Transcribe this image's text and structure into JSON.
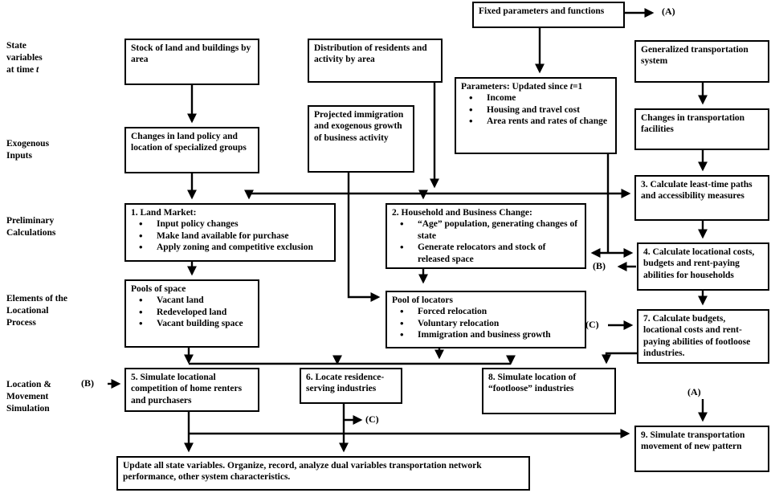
{
  "stages": [
    {
      "text": "State\nvariables\nat time ",
      "italic_suffix": "t"
    },
    {
      "text": "Exogenous\nInputs"
    },
    {
      "text": "Preliminary\nCalculations"
    },
    {
      "text": "Elements of the\nLocational\nProcess"
    },
    {
      "text": "Location &\nMovement\nSimulation"
    }
  ],
  "boxes": {
    "fixed_params": {
      "text": "Fixed parameters and functions"
    },
    "stock": {
      "text": "Stock of land and buildings by area"
    },
    "distribution": {
      "text": "Distribution of residents and activity by area"
    },
    "generalized": {
      "text": "Generalized transportation system"
    },
    "parameters": {
      "title_pre": "Parameters: Updated since ",
      "title_var": "t",
      "title_post": "=1",
      "items": [
        "Income",
        "Housing and travel cost",
        "Area rents and rates of change"
      ]
    },
    "projected": {
      "text": "Projected immigration and exogenous growth of business activity"
    },
    "land_policy": {
      "text": "Changes in land policy and location of specialized groups"
    },
    "transp_facilities": {
      "text": "Changes in transportation facilities"
    },
    "box3": {
      "text": "3. Calculate least-time paths and accessibility measures"
    },
    "box1": {
      "title": "1. Land Market:",
      "items": [
        "Input policy changes",
        "Make land available for purchase",
        "Apply zoning and competitive exclusion"
      ]
    },
    "box2": {
      "title": "2. Household and Business Change:",
      "items": [
        "“Age” population, generating changes of state",
        "Generate relocators and stock of released space"
      ]
    },
    "box4": {
      "text": "4. Calculate locational costs, budgets and rent-paying abilities for households"
    },
    "pools_space": {
      "title": "Pools of space",
      "items": [
        "Vacant land",
        "Redeveloped land",
        "Vacant building space"
      ]
    },
    "pool_locators": {
      "title": "Pool of locators",
      "items": [
        "Forced relocation",
        "Voluntary relocation",
        "Immigration and business growth"
      ]
    },
    "box7": {
      "text": "7. Calculate budgets, locational costs and rent-paying abilities of footloose industries."
    },
    "box5": {
      "text": "5. Simulate locational competition of home renters and purchasers"
    },
    "box6": {
      "text": "6. Locate residence-serving industries"
    },
    "box8": {
      "text": "8. Simulate location of “footloose” industries"
    },
    "box9": {
      "text": "9. Simulate transportation movement of new pattern"
    },
    "update": {
      "text": "Update all state variables. Organize, record, analyze dual variables  transportation network performance, other system characteristics."
    }
  },
  "connectors": {
    "a_top": "(A)",
    "a_bottom": "(A)",
    "b_out": "(B)",
    "b_in": "(B)",
    "c_in": "(C)",
    "c_out": "(C)"
  },
  "colors": {
    "line": "#000000",
    "background": "#ffffff"
  }
}
